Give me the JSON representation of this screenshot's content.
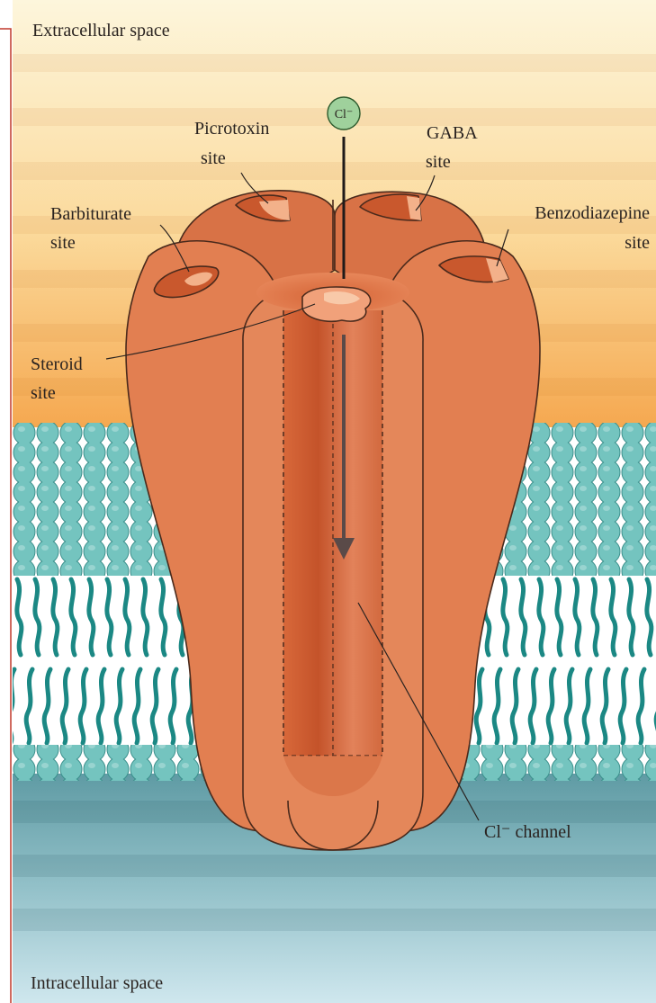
{
  "labels": {
    "extracellular": "Extracellular space",
    "intracellular": "Intracellular space",
    "chloride_ion": "Cl⁻",
    "picrotoxin_1": "Picrotoxin",
    "picrotoxin_2": "site",
    "gaba_1": "GABA",
    "gaba_2": "site",
    "barbiturate_1": "Barbiturate",
    "barbiturate_2": "site",
    "benzodiazepine_1": "Benzodiazepine",
    "benzodiazepine_2": "site",
    "steroid_1": "Steroid",
    "steroid_2": "site",
    "channel": "Cl⁻ channel"
  },
  "colors": {
    "receptor": "#e07a4c",
    "receptor_dark": "#c85a30",
    "receptor_light": "#f0a073",
    "site_pocket": "#f4b48f",
    "lipid_head": "#6fc1bd",
    "lipid_tail": "#1d8a86",
    "ion": "#9cd09a",
    "extracellular_top": "#fdf3d4",
    "extracellular_bottom": "#f6b15e",
    "intracellular_top": "#6ea6ad",
    "intracellular_bottom": "#c7e3ea",
    "border_accent": "#c0392b"
  }
}
